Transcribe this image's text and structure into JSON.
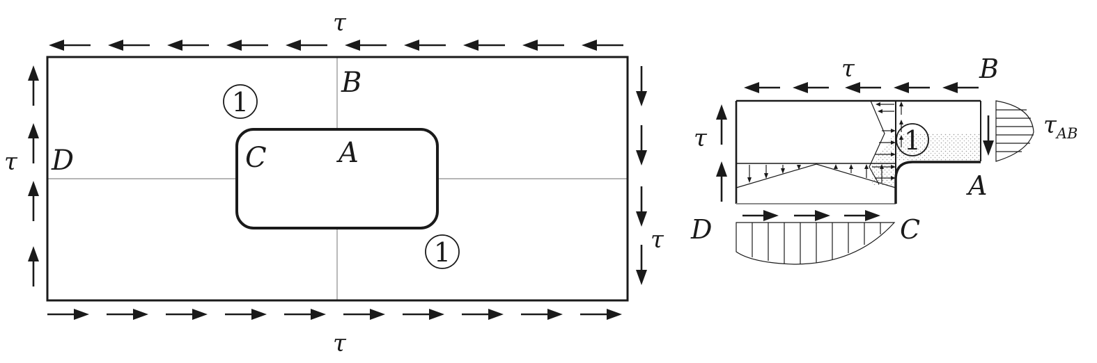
{
  "figure": {
    "left_panel": {
      "labels": {
        "tau_top": "τ",
        "tau_bottom": "τ",
        "tau_left": "τ",
        "tau_right": "τ",
        "B": "B",
        "A": "A",
        "C": "C",
        "D": "D",
        "region_upper": "1",
        "region_lower": "1"
      }
    },
    "right_panel": {
      "labels": {
        "tau_top": "τ",
        "tau_left": "τ",
        "B": "B",
        "A": "A",
        "C": "C",
        "D": "D",
        "region": "1",
        "tau_ab_symbol": "τ",
        "tau_ab_subscript": "AB"
      }
    }
  }
}
